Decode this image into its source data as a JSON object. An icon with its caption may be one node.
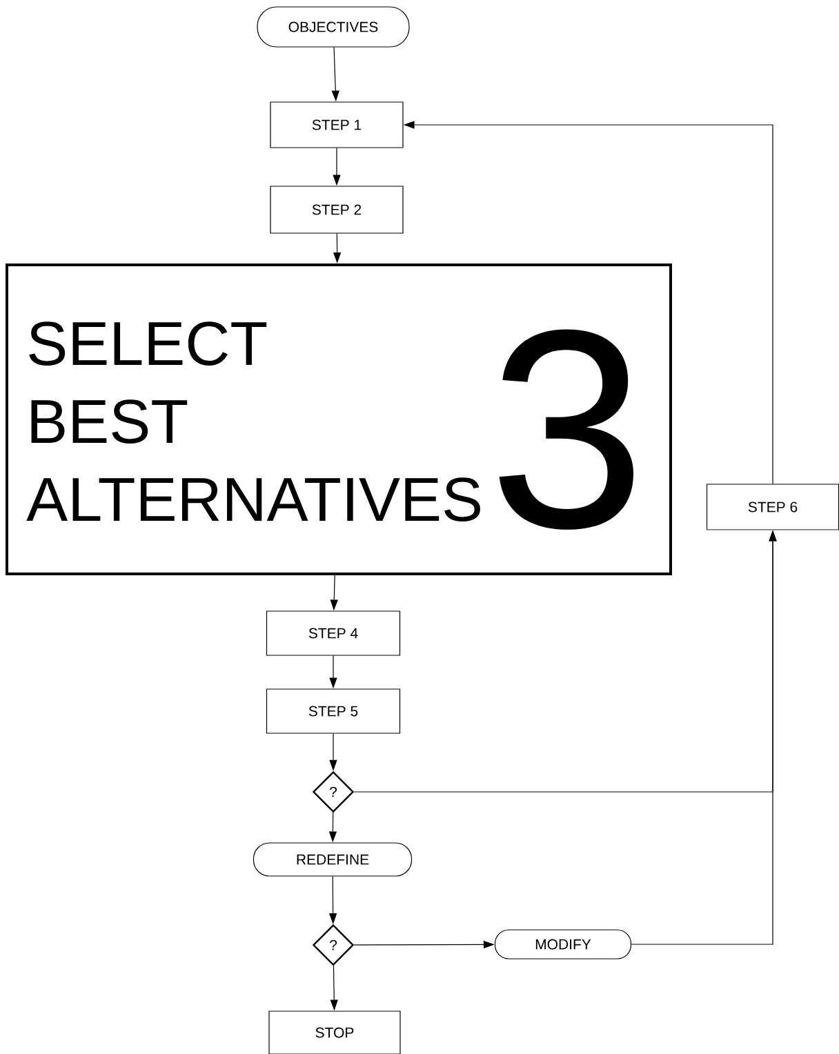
{
  "diagram": {
    "nodes": [
      {
        "text": [
          "OBJECTIVES"
        ]
      },
      {
        "text": [
          "STEP 1"
        ]
      },
      {
        "text": [
          "STEP 2"
        ]
      },
      {
        "text": [
          "SELECT BEST ALTERNATIVES",
          "3"
        ]
      },
      {
        "text": [
          "STEP 4"
        ]
      },
      {
        "text": [
          "STEP 5"
        ]
      },
      {
        "text": [
          "?"
        ]
      },
      {
        "text": [
          "REDEFINE"
        ]
      },
      {
        "text": [
          "?"
        ]
      },
      {
        "text": [
          "MODIFY"
        ]
      },
      {
        "text": [
          "STEP 6"
        ]
      },
      {
        "text": [
          "STOP"
        ]
      }
    ],
    "edges": [
      {
        "from": 0,
        "to": 1,
        "arrow": "to"
      },
      {
        "from": 1,
        "to": 2,
        "arrow": "to"
      },
      {
        "from": 2,
        "to": 3,
        "arrow": "to"
      },
      {
        "from": 3,
        "to": 4,
        "arrow": "to"
      },
      {
        "from": 4,
        "to": 5,
        "arrow": "to"
      },
      {
        "from": 5,
        "to": 6,
        "arrow": "to"
      },
      {
        "from": 6,
        "to": 7,
        "arrow": "to"
      },
      {
        "from": 7,
        "to": 8,
        "arrow": "to"
      },
      {
        "from": 8,
        "to": 9,
        "arrow": "to"
      },
      {
        "from": 8,
        "to": 11,
        "arrow": "to"
      },
      {
        "from": 6,
        "to": 10,
        "arrow": "to"
      },
      {
        "from": 9,
        "to": 10,
        "arrow": "to"
      },
      {
        "from": 10,
        "to": 1,
        "arrow": "to"
      }
    ]
  }
}
